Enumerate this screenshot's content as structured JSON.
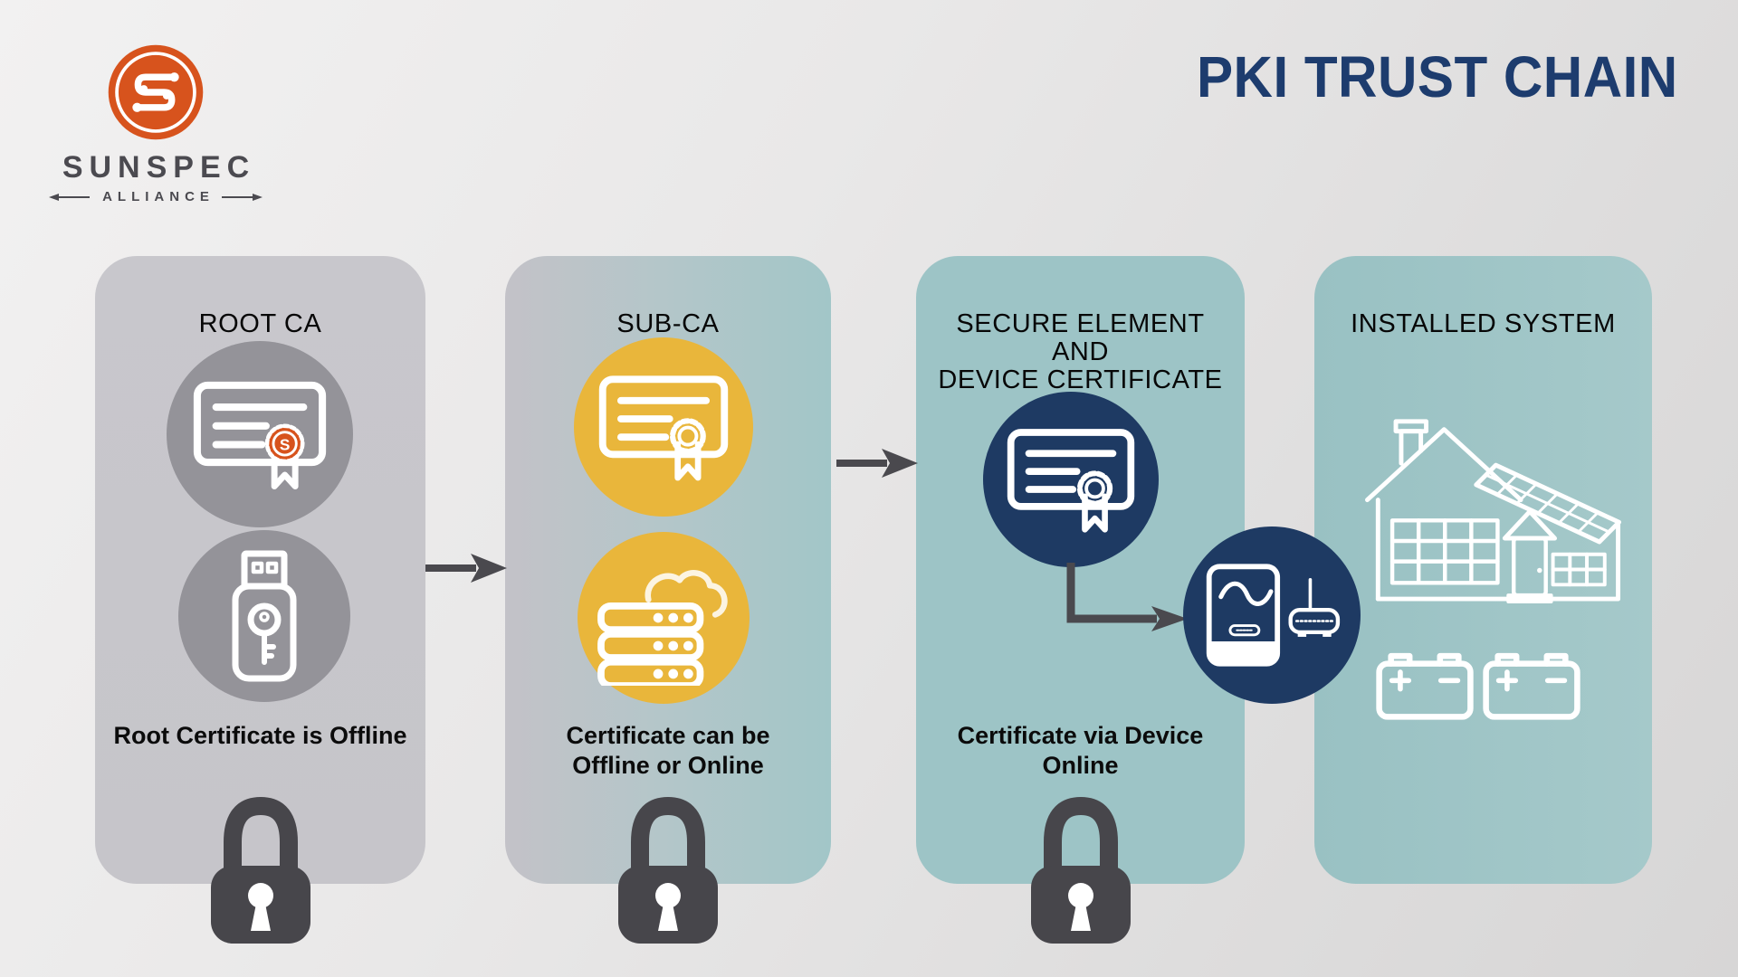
{
  "logo": {
    "brand": "SUNSPEC",
    "subtitle": "ALLIANCE"
  },
  "header": {
    "title": "PKI TRUST CHAIN"
  },
  "columns": [
    {
      "id": "root-ca",
      "header": "ROOT CA",
      "caption": "Root Certificate is Offline",
      "icons": [
        "certificate-seal-icon",
        "usb-key-icon",
        "padlock-icon"
      ]
    },
    {
      "id": "sub-ca",
      "header": "SUB-CA",
      "caption": "Certificate can be\nOffline or Online",
      "icons": [
        "certificate-icon",
        "cloud-servers-icon",
        "padlock-icon"
      ]
    },
    {
      "id": "secure-element",
      "header": "SECURE ELEMENT\nAND\nDEVICE CERTIFICATE",
      "caption": "Certificate via Device\nOnline",
      "icons": [
        "certificate-icon",
        "inverter-router-icon",
        "padlock-icon"
      ]
    },
    {
      "id": "installed-system",
      "header": "INSTALLED SYSTEM",
      "icons": [
        "solar-house-icon",
        "battery-icon",
        "battery-icon"
      ]
    }
  ],
  "colors": {
    "brand_orange": "#d7531d",
    "title_navy": "#1d3c6e",
    "panel_gray": "#c7c6cb",
    "panel_teal": "#9dc4c6",
    "circle_gray": "#949399",
    "circle_yellow": "#e9b63b",
    "circle_navy": "#1e3a63",
    "lock_dark_gray": "#47464b",
    "icon_white": "#ffffff"
  }
}
